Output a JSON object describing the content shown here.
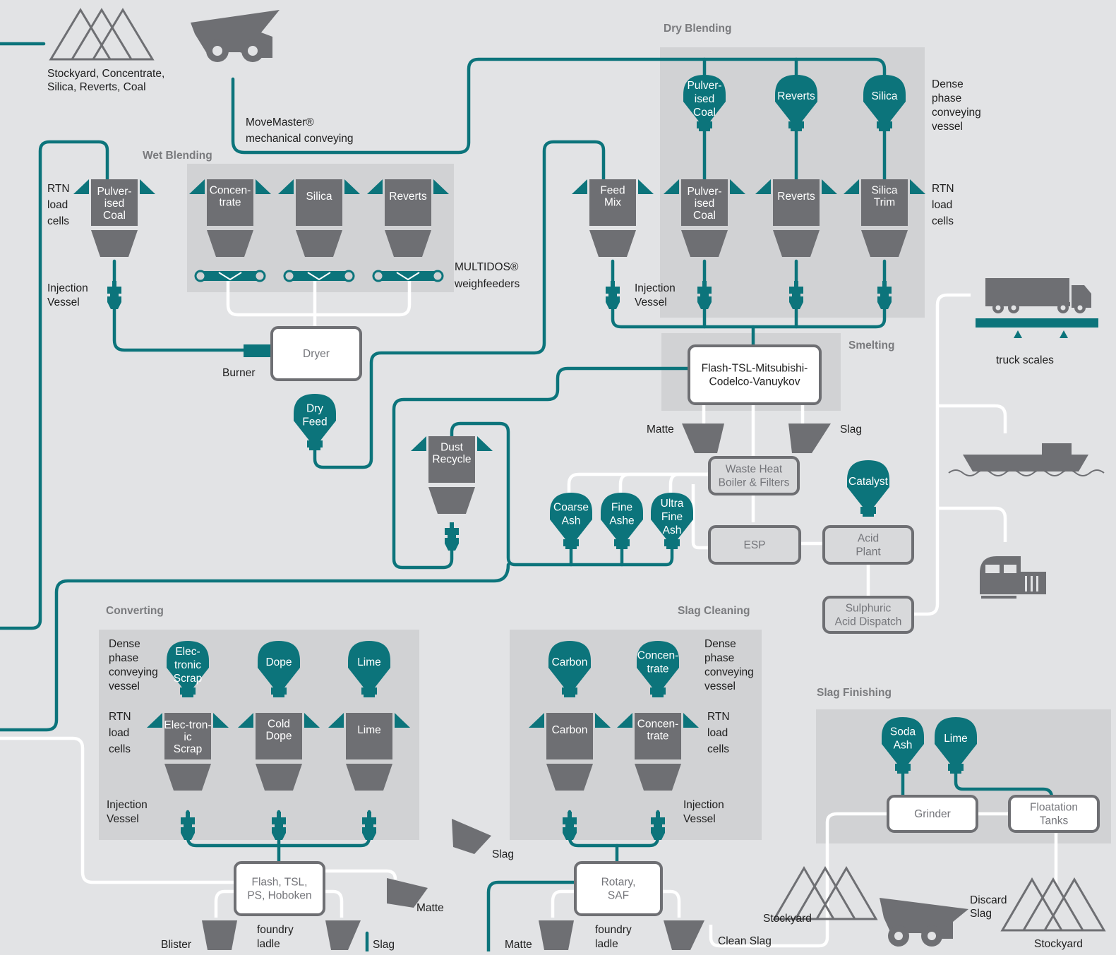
{
  "colors": {
    "teal": "#0c747b",
    "dark_gray": "#6e6f73",
    "panel": "#d1d2d4",
    "background": "#e2e3e5",
    "white": "#ffffff"
  },
  "icons": {
    "stockpile": "stockpile-icon",
    "truck": "haul-truck-icon",
    "road_truck": "road-truck-icon",
    "ship": "ship-icon",
    "train": "train-icon"
  },
  "sections": {
    "dry_blending": "Dry Blending",
    "wet_blending": "Wet Blending",
    "smelting": "Smelting",
    "converting": "Converting",
    "slag_cleaning": "Slag Cleaning",
    "slag_finishing": "Slag Finishing"
  },
  "labels": {
    "stockyard_top": [
      "Stockyard, Concentrate,",
      "Silica, Reverts, Coal"
    ],
    "movemaster": [
      "MoveMaster®",
      "mechanical conveying"
    ],
    "rtn_load_cells": [
      "RTN",
      "load",
      "cells"
    ],
    "injection_vessel": [
      "Injection",
      "Vessel"
    ],
    "dense_phase": [
      "Dense",
      "phase",
      "conveying",
      "vessel"
    ],
    "multidos": [
      "MULTIDOS®",
      "weighfeeders"
    ],
    "burner": "Burner",
    "matte": "Matte",
    "slag": "Slag",
    "truck_scales": "truck scales",
    "blister": "Blister",
    "foundry_ladle": [
      "foundry",
      "ladle"
    ],
    "stockyard": "Stockyard",
    "clean_slag": "Clean Slag",
    "discard_slag": [
      "Discard",
      "Slag"
    ]
  },
  "wet_blending_bins": [
    {
      "name": [
        "Pulver-",
        "ised",
        "Coal"
      ]
    },
    {
      "name": [
        "Concen-",
        "trate"
      ]
    },
    {
      "name": [
        "Silica"
      ]
    },
    {
      "name": [
        "Reverts"
      ]
    }
  ],
  "dry_blending_silos": [
    {
      "name": [
        "Pulver-",
        "ised",
        "Coal"
      ]
    },
    {
      "name": [
        "Reverts"
      ]
    },
    {
      "name": [
        "Silica"
      ]
    }
  ],
  "dry_blending_bins": [
    {
      "name": [
        "Feed",
        "Mix"
      ]
    },
    {
      "name": [
        "Pulver-",
        "ised",
        "Coal"
      ]
    },
    {
      "name": [
        "Reverts"
      ]
    },
    {
      "name": [
        "Silica",
        "Trim"
      ]
    }
  ],
  "dry_feed": [
    "Dry",
    "Feed"
  ],
  "dust_recycle": [
    "Dust",
    "Recycle"
  ],
  "ash_silos": [
    {
      "name": [
        "Coarse",
        "Ash"
      ]
    },
    {
      "name": [
        "Fine",
        "Ashe"
      ]
    },
    {
      "name": [
        "Ultra",
        "Fine",
        "Ash"
      ]
    }
  ],
  "catalyst": "Catalyst",
  "boxes": {
    "dryer": "Dryer",
    "flash_tsl": [
      "Flash-TSL-Mitsubishi-",
      "Codelco-Vanuykov"
    ],
    "waste_heat": [
      "Waste Heat",
      "Boiler & Filters"
    ],
    "esp": "ESP",
    "acid_plant": [
      "Acid",
      "Plant"
    ],
    "sulphuric": [
      "Sulphuric",
      "Acid Dispatch"
    ],
    "converter": [
      "Flash, TSL,",
      "PS, Hoboken"
    ],
    "rotary": [
      "Rotary,",
      "SAF"
    ],
    "grinder": "Grinder",
    "floatation": [
      "Floatation",
      "Tanks"
    ]
  },
  "converting_silos": [
    {
      "name": [
        "Elec-",
        "tronic",
        "Scrap"
      ]
    },
    {
      "name": [
        "Dope"
      ]
    },
    {
      "name": [
        "Lime"
      ]
    }
  ],
  "converting_bins": [
    {
      "name": [
        "Elec-tron-",
        "ic",
        "Scrap"
      ]
    },
    {
      "name": [
        "Cold",
        "Dope"
      ]
    },
    {
      "name": [
        "Lime"
      ]
    }
  ],
  "slag_cleaning_silos": [
    {
      "name": [
        "Carbon"
      ]
    },
    {
      "name": [
        "Concen-",
        "trate"
      ]
    }
  ],
  "slag_cleaning_bins": [
    {
      "name": [
        "Carbon"
      ]
    },
    {
      "name": [
        "Concen-",
        "trate"
      ]
    }
  ],
  "slag_finishing_silos": [
    {
      "name": [
        "Soda",
        "Ash"
      ]
    },
    {
      "name": [
        "Lime"
      ]
    }
  ]
}
